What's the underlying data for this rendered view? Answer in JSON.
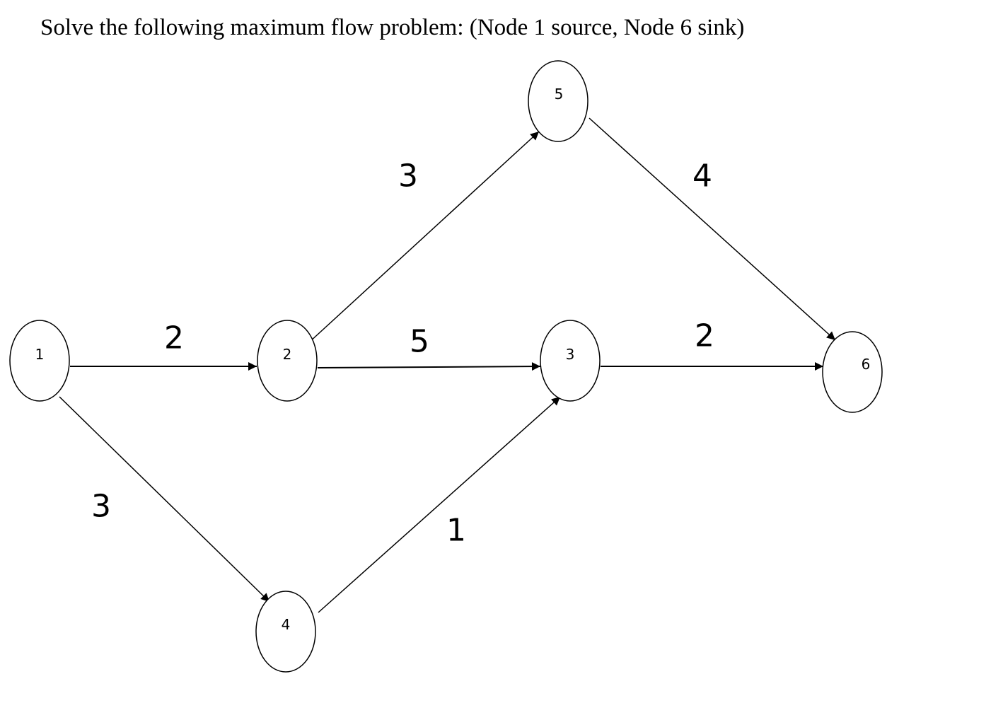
{
  "problem": {
    "text": "Solve the following maximum flow problem: (Node 1 source, Node 6 sink)"
  },
  "graph": {
    "nodes": [
      {
        "id": "1",
        "label": "1"
      },
      {
        "id": "2",
        "label": "2"
      },
      {
        "id": "3",
        "label": "3"
      },
      {
        "id": "4",
        "label": "4"
      },
      {
        "id": "5",
        "label": "5"
      },
      {
        "id": "6",
        "label": "6"
      }
    ],
    "edges": [
      {
        "from": "1",
        "to": "2",
        "capacity": "2"
      },
      {
        "from": "1",
        "to": "4",
        "capacity": "3"
      },
      {
        "from": "2",
        "to": "5",
        "capacity": "3"
      },
      {
        "from": "2",
        "to": "3",
        "capacity": "5"
      },
      {
        "from": "4",
        "to": "3",
        "capacity": "1"
      },
      {
        "from": "5",
        "to": "6",
        "capacity": "4"
      },
      {
        "from": "3",
        "to": "6",
        "capacity": "2"
      }
    ]
  }
}
